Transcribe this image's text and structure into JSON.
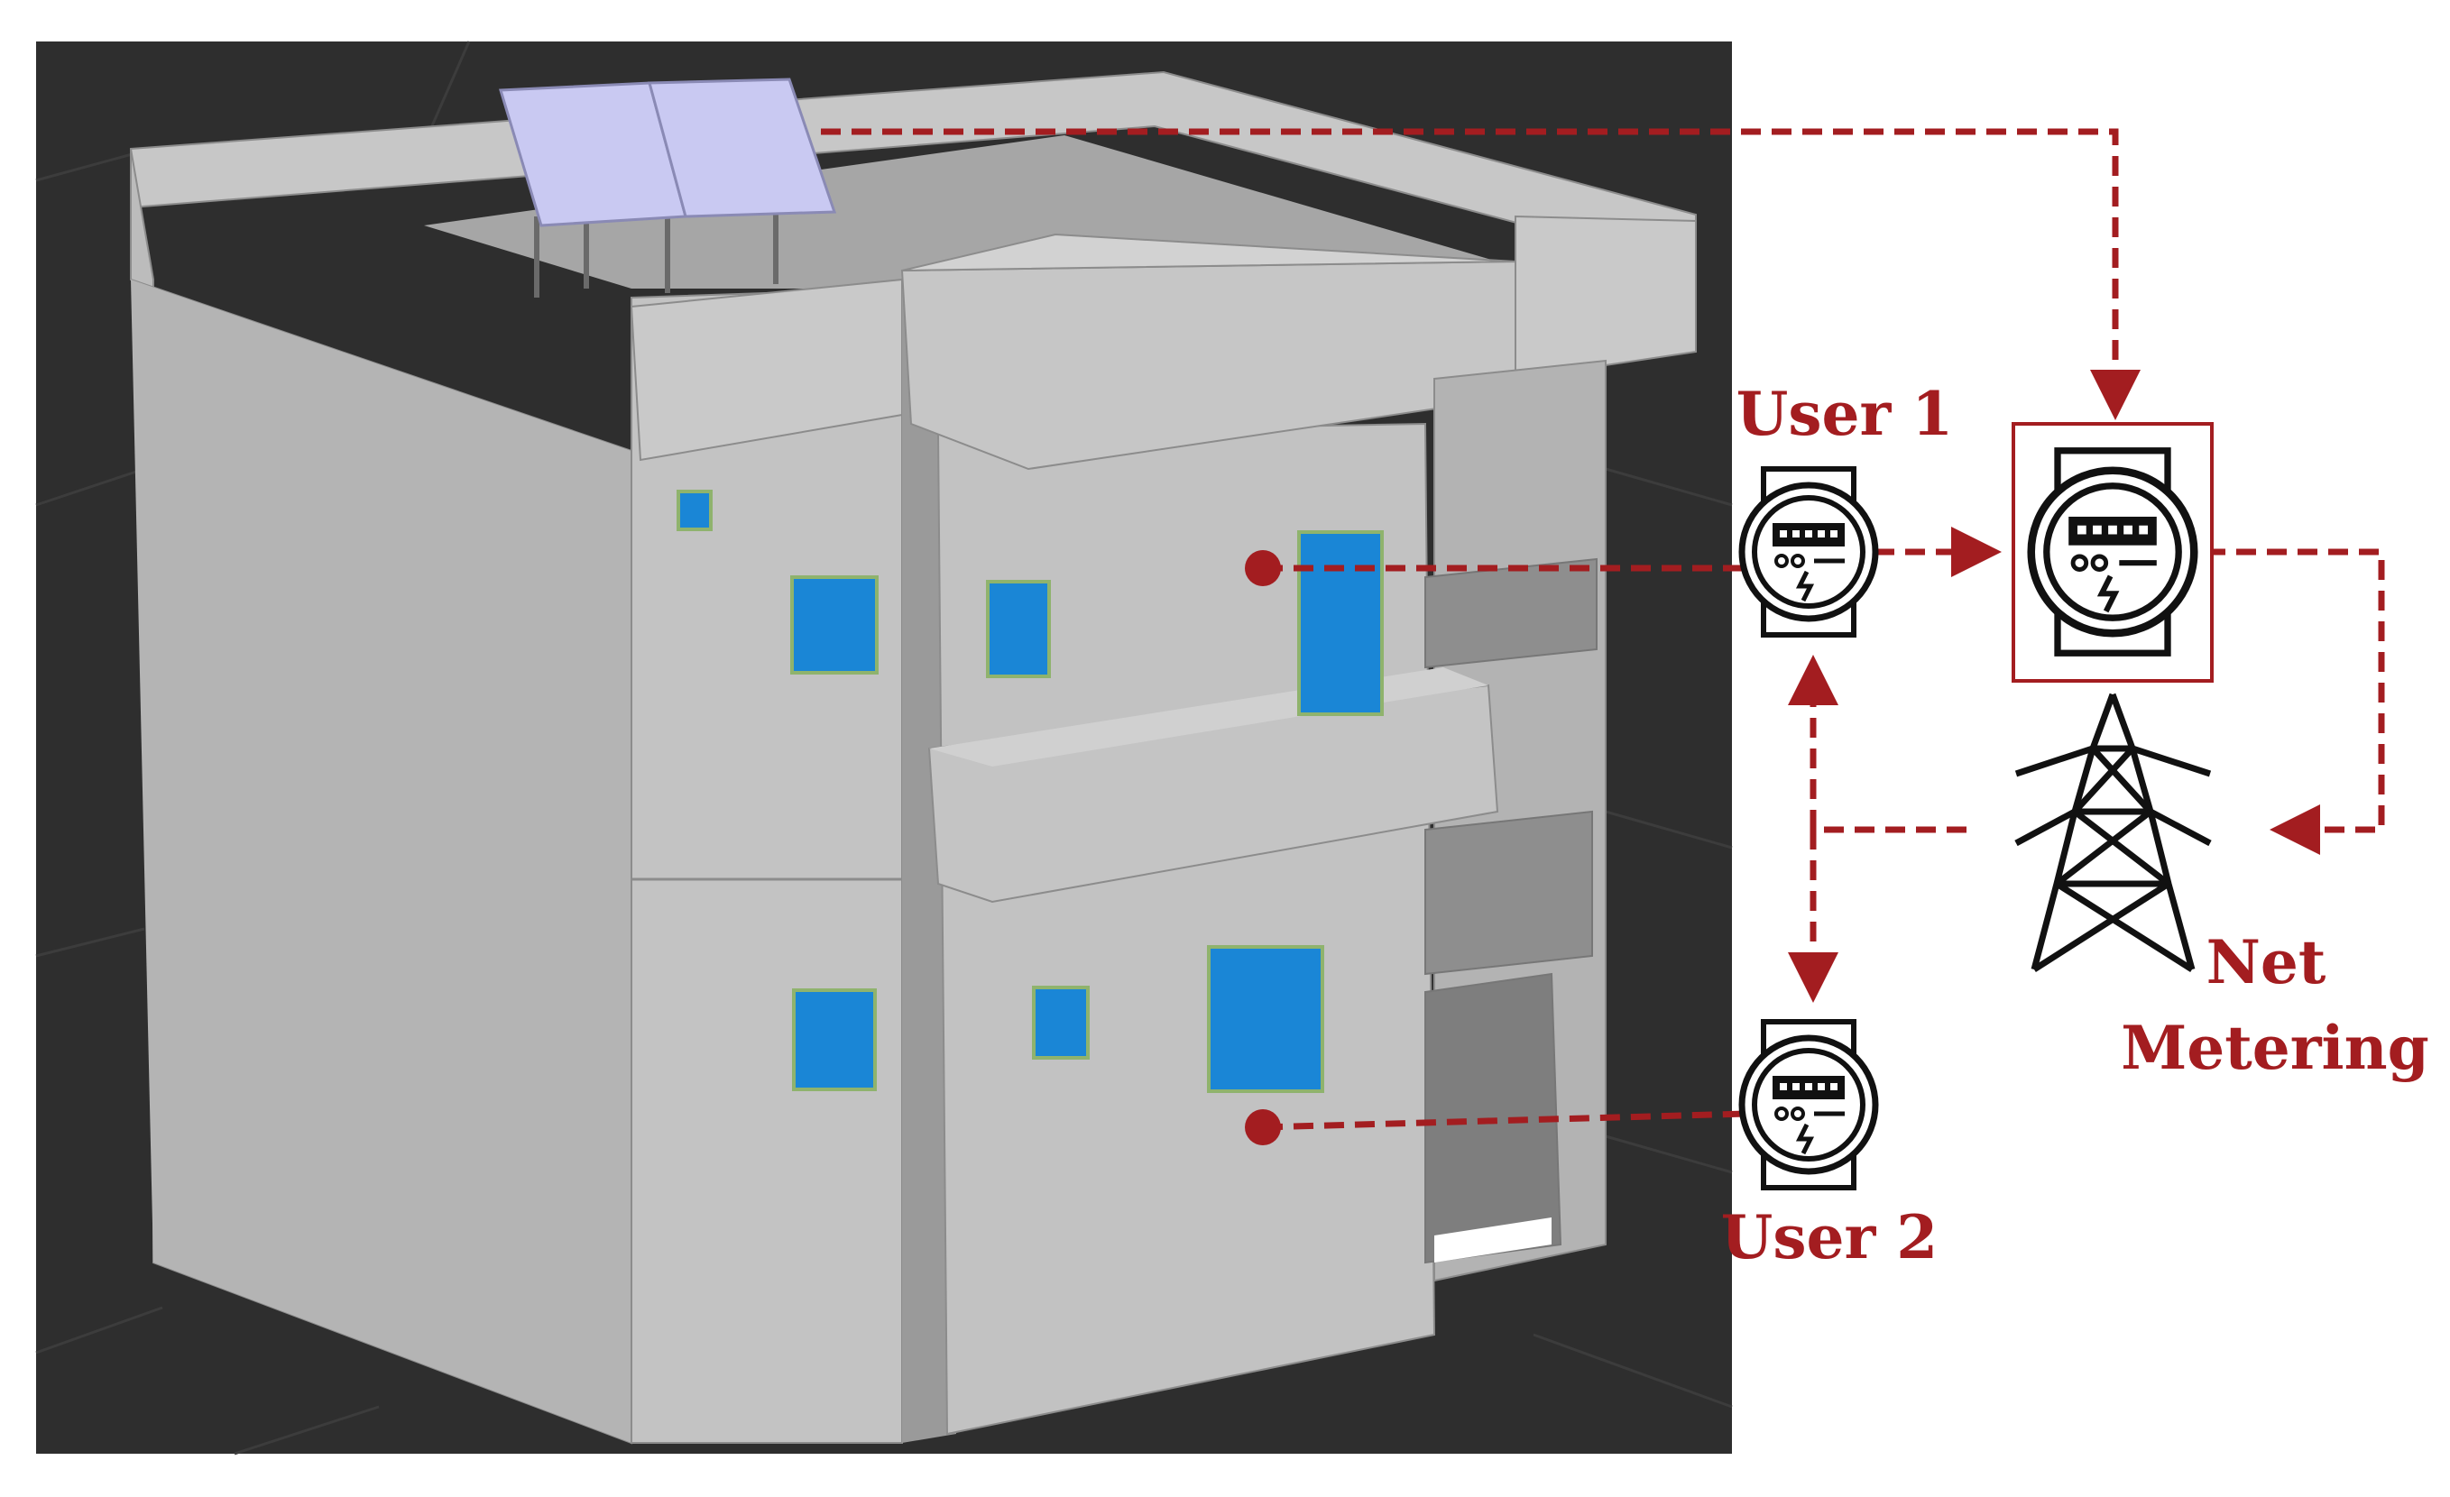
{
  "labels": {
    "user1": "User 1",
    "user2": "User 2",
    "net_metering_line1": "Net",
    "net_metering_line2": "Metering"
  },
  "colors": {
    "accent": "#a31d20",
    "viewport_bg": "#2e2e2e",
    "wall": "#b9b9b9",
    "window_glass": "#1a86d6",
    "solar_panel": "#c9c9f2",
    "icon_stroke": "#111111"
  },
  "icons": {
    "user1_meter": "electric-meter-icon",
    "user2_meter": "electric-meter-icon",
    "net_meter": "electric-meter-icon",
    "grid": "transmission-tower-icon"
  }
}
